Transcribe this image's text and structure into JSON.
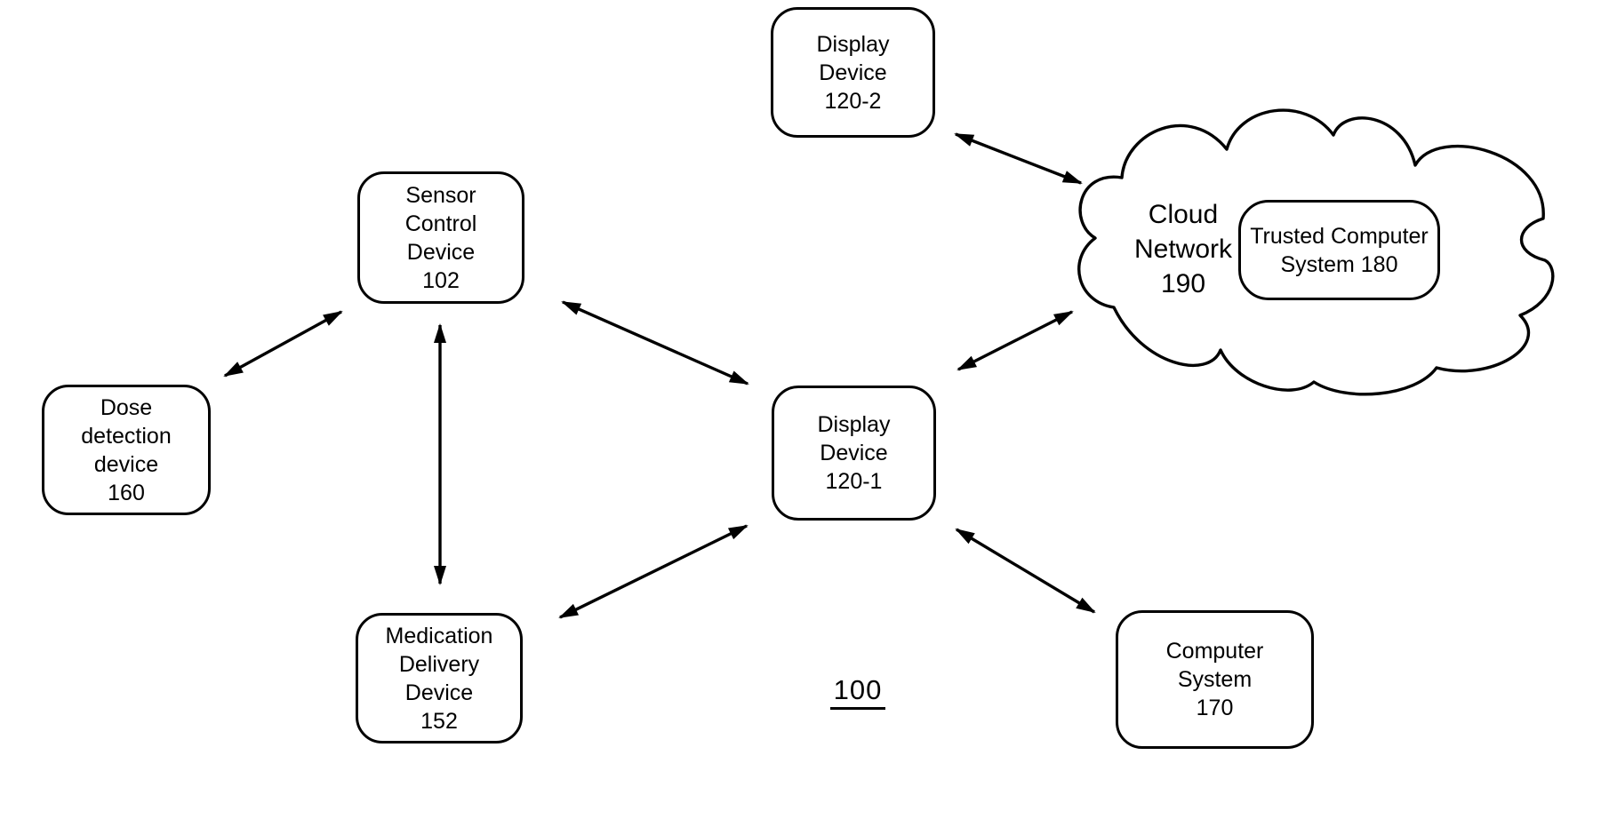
{
  "figure": {
    "label": "100"
  },
  "nodes": {
    "display_device_120_2": {
      "lines": [
        "Display",
        "Device",
        "120-2"
      ]
    },
    "sensor_control_device_102": {
      "lines": [
        "Sensor",
        "Control",
        "Device",
        "102"
      ]
    },
    "dose_detection_device_160": {
      "lines": [
        "Dose",
        "detection",
        "device",
        "160"
      ]
    },
    "medication_delivery_device_152": {
      "lines": [
        "Medication",
        "Delivery",
        "Device",
        "152"
      ]
    },
    "display_device_120_1": {
      "lines": [
        "Display",
        "Device",
        "120-1"
      ]
    },
    "computer_system_170": {
      "lines": [
        "Computer",
        "System",
        "170"
      ]
    },
    "cloud_network_190": {
      "lines": [
        "Cloud",
        "Network",
        "190"
      ]
    },
    "trusted_computer_system_180": {
      "lines": [
        "Trusted Computer",
        "System 180"
      ]
    }
  },
  "connections": [
    {
      "from": "dose_detection_device_160",
      "to": "sensor_control_device_102",
      "type": "bidirectional"
    },
    {
      "from": "sensor_control_device_102",
      "to": "medication_delivery_device_152",
      "type": "bidirectional"
    },
    {
      "from": "sensor_control_device_102",
      "to": "display_device_120_1",
      "type": "bidirectional"
    },
    {
      "from": "medication_delivery_device_152",
      "to": "display_device_120_1",
      "type": "bidirectional"
    },
    {
      "from": "display_device_120_2",
      "to": "cloud_network_190",
      "type": "bidirectional"
    },
    {
      "from": "display_device_120_1",
      "to": "cloud_network_190",
      "type": "bidirectional"
    },
    {
      "from": "display_device_120_1",
      "to": "computer_system_170",
      "type": "bidirectional"
    }
  ],
  "colors": {
    "ink": "#000000",
    "background": "#ffffff"
  }
}
